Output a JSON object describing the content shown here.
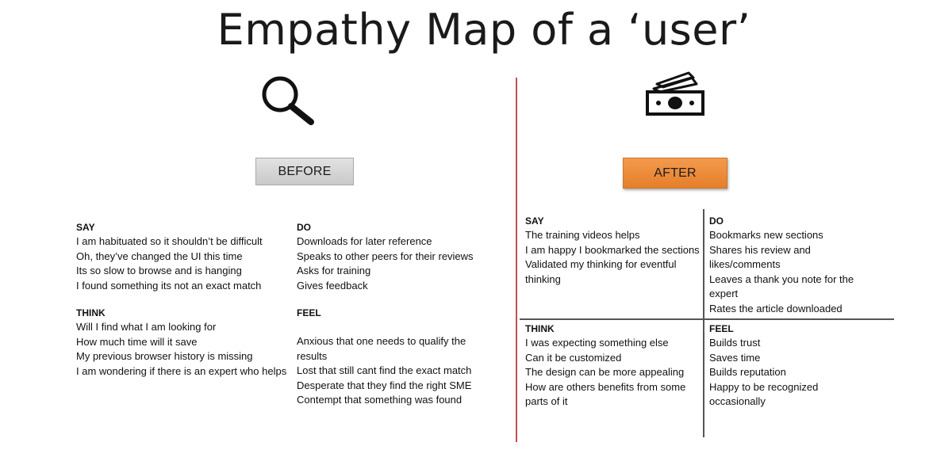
{
  "title": "Empathy Map of a ‘user’",
  "icons": {
    "before": "magnifying-glass-icon",
    "after": "money-stack-icon"
  },
  "colors": {
    "after_button": "#e8812f",
    "before_button": "#d0d0d0",
    "divider": "#c0504d",
    "grid": "#555555"
  },
  "before": {
    "label": "BEFORE",
    "say": {
      "heading": "SAY",
      "items": [
        "I am habituated so it shouldn’t be difficult",
        "Oh, they’ve changed the UI this time",
        "Its so slow to browse and is hanging",
        "I found something its not an exact match"
      ]
    },
    "do": {
      "heading": "DO",
      "items": [
        "Downloads for later reference",
        "Speaks to other peers for their reviews",
        "Asks for training",
        "Gives feedback"
      ]
    },
    "think": {
      "heading": "THINK",
      "items": [
        "Will I find what I am looking for",
        "How much time will it save",
        "My previous browser history is missing",
        "I am wondering if there is an expert who helps"
      ]
    },
    "feel": {
      "heading": "FEEL",
      "items": [
        "Anxious that one needs to qualify the results",
        "Lost that still cant find the exact match",
        "Desperate that they find the right SME",
        "Contempt that something was found"
      ]
    }
  },
  "after": {
    "label": "AFTER",
    "say": {
      "heading": "SAY",
      "items": [
        "The training videos helps",
        "I am happy I bookmarked the sections Validated my thinking for eventful thinking"
      ]
    },
    "do": {
      "heading": "DO",
      "items": [
        "Bookmarks new sections",
        "Shares his review and likes/comments",
        "Leaves a thank you note for the expert",
        "Rates the article downloaded"
      ]
    },
    "think": {
      "heading": "THINK",
      "items": [
        "I was expecting something else",
        "Can it be customized",
        "The design can be more appealing",
        "How are others benefits from some parts of it"
      ]
    },
    "feel": {
      "heading": "FEEL",
      "items": [
        "Builds trust",
        "Saves time",
        "Builds reputation",
        "Happy to be recognized occasionally"
      ]
    }
  }
}
